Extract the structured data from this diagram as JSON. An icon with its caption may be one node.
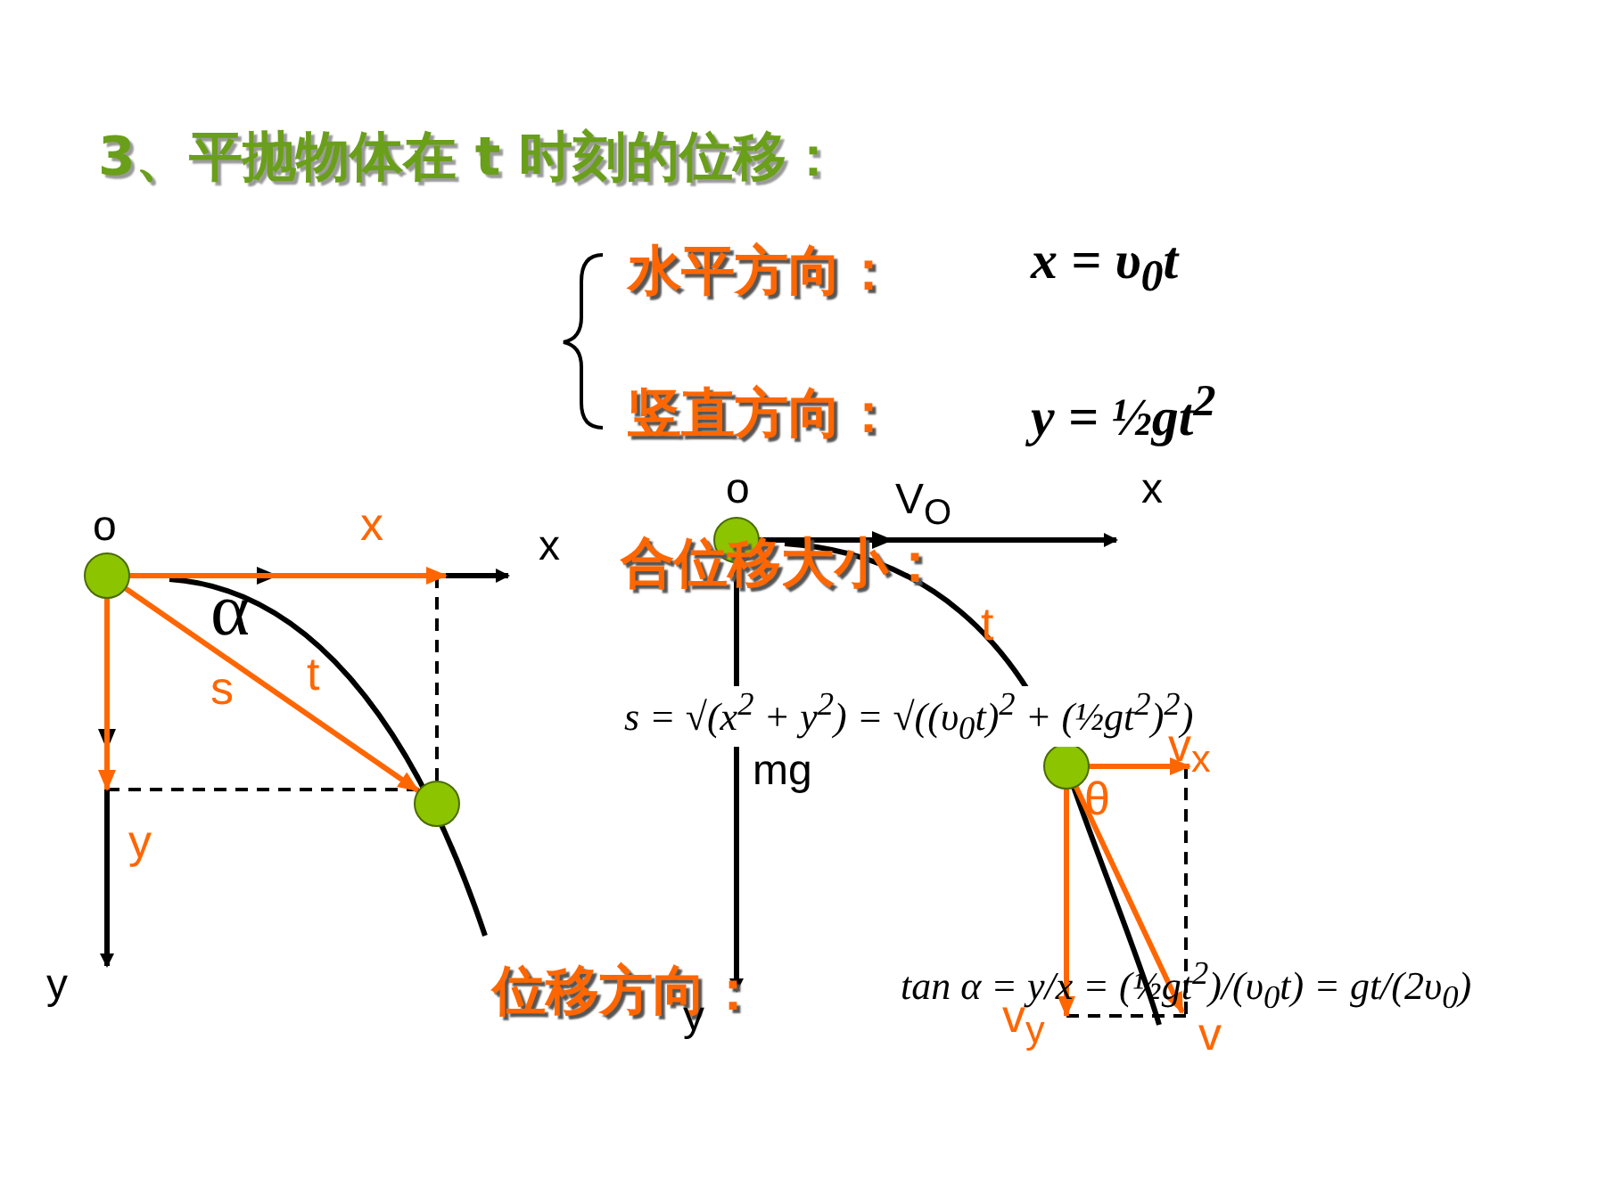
{
  "diagram": {
    "title": "3、平抛物体在 t 时刻的位移：",
    "nodes": [
      {
        "text": [],
        "shape": "circle"
      },
      {
        "text": [],
        "shape": "circle"
      },
      {
        "text": [],
        "shape": "circle"
      },
      {
        "text": [],
        "shape": "circle"
      }
    ],
    "edges": [
      {
        "from": 0,
        "to": 1,
        "arrow": "to"
      }
    ],
    "labels": [
      "水平方向：",
      "x = υ$_{0}$t",
      "竖直方向：",
      "y = ½gt$^{2}$",
      "o",
      "x",
      "x",
      "o",
      "V$_{O}$",
      "x",
      "合位移大小：",
      "α",
      "t",
      "s",
      "t",
      "s = √(x$^{2}$ + y$^{2}$) = √((υ$_{0}$t)$^{2}$ + (½gt$^{2}$)$^{2}$)",
      "mg",
      "v$_{x}$",
      "θ",
      "y",
      "y",
      "位移方向：",
      "tan α = y/x = (½gt$^{2}$)/(υ$_{0}$t) = gt/(2υ$_{0}$)",
      "y",
      "v$_{y}$",
      "v"
    ]
  }
}
